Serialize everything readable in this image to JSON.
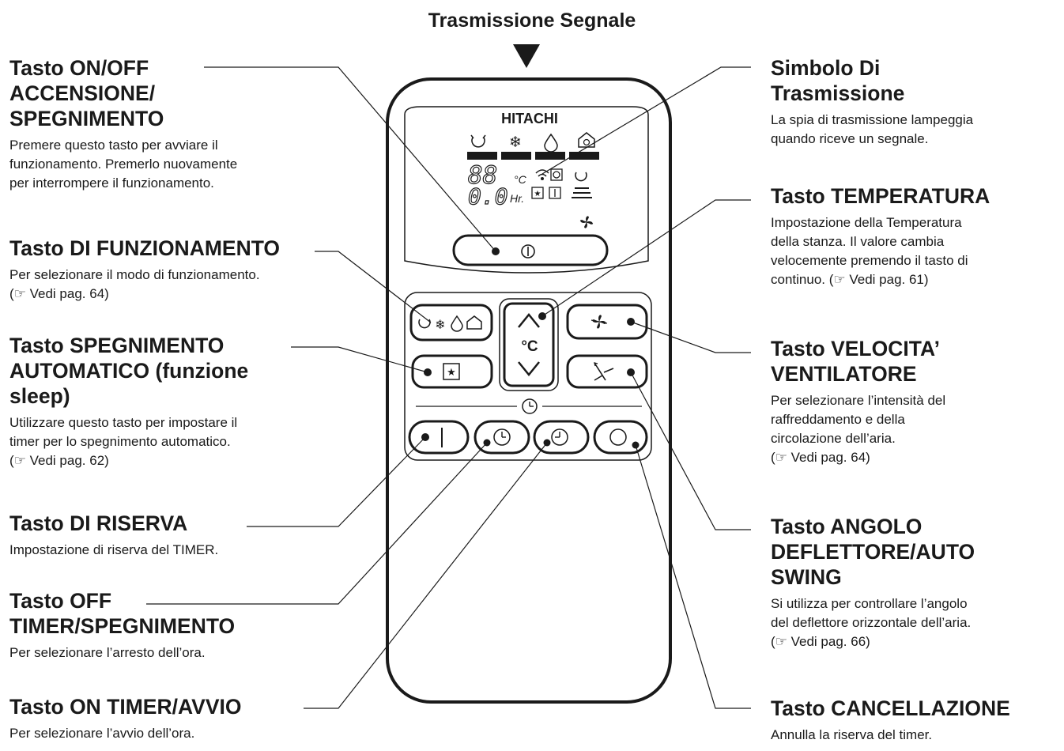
{
  "header": {
    "title": "Trasmissione Segnale"
  },
  "remote": {
    "brand": "HITACHI",
    "lcd_digits": "88",
    "lcd_timer_digits": "0.0",
    "lcd_celsius_unit": "°C",
    "lcd_hours_unit": "Hr.",
    "temp_unit": "°C"
  },
  "labels": {
    "onoff": {
      "title": "Tasto ON/OFF\nACCENSIONE/\nSPEGNIMENTO",
      "desc": "Premere questo tasto per avviare il\nfunzionamento. Premerlo nuovamente\nper interrompere il funzionamento."
    },
    "mode": {
      "title": "Tasto DI FUNZIONAMENTO",
      "desc": "Per selezionare  il modo di funzionamento.\n(☞ Vedi pag. 64)"
    },
    "sleep": {
      "title": "Tasto SPEGNIMENTO\nAUTOMATICO (funzione\nsleep)",
      "desc": "Utilizzare questo tasto per impostare il\ntimer per lo spegnimento automatico.\n(☞ Vedi pag. 62)"
    },
    "reserve": {
      "title": "Tasto DI RISERVA",
      "desc": "Impostazione di riserva del TIMER."
    },
    "offtimer": {
      "title": "Tasto OFF\nTIMER/SPEGNIMENTO",
      "desc": "Per selezionare l’arresto dell’ora."
    },
    "ontimer": {
      "title": "Tasto ON TIMER/AVVIO",
      "desc": "Per selezionare l’avvio dell’ora."
    },
    "transmit": {
      "title": "Simbolo Di\nTrasmissione",
      "desc": "La spia di trasmissione lampeggia\nquando riceve un segnale."
    },
    "temperature": {
      "title": "Tasto TEMPERATURA",
      "desc": "Impostazione della Temperatura\ndella stanza. Il valore cambia\nvelocemente premendo il tasto di\ncontinuo. (☞ Vedi pag. 61)"
    },
    "fanspeed": {
      "title": "Tasto VELOCITA’\nVENTILATORE",
      "desc": "Per selezionare l’intensità del\nraffreddamento e della\ncircolazione dell’aria.\n(☞ Vedi pag. 64)"
    },
    "louver": {
      "title": "Tasto ANGOLO\nDEFLETTORE/AUTO\nSWING",
      "desc": "Si utilizza per controllare l’angolo\ndel deflettore orizzontale dell’aria.\n(☞ Vedi pag. 66)"
    },
    "cancel": {
      "title": "Tasto CANCELLAZIONE",
      "desc": "Annulla la riserva del timer."
    }
  }
}
